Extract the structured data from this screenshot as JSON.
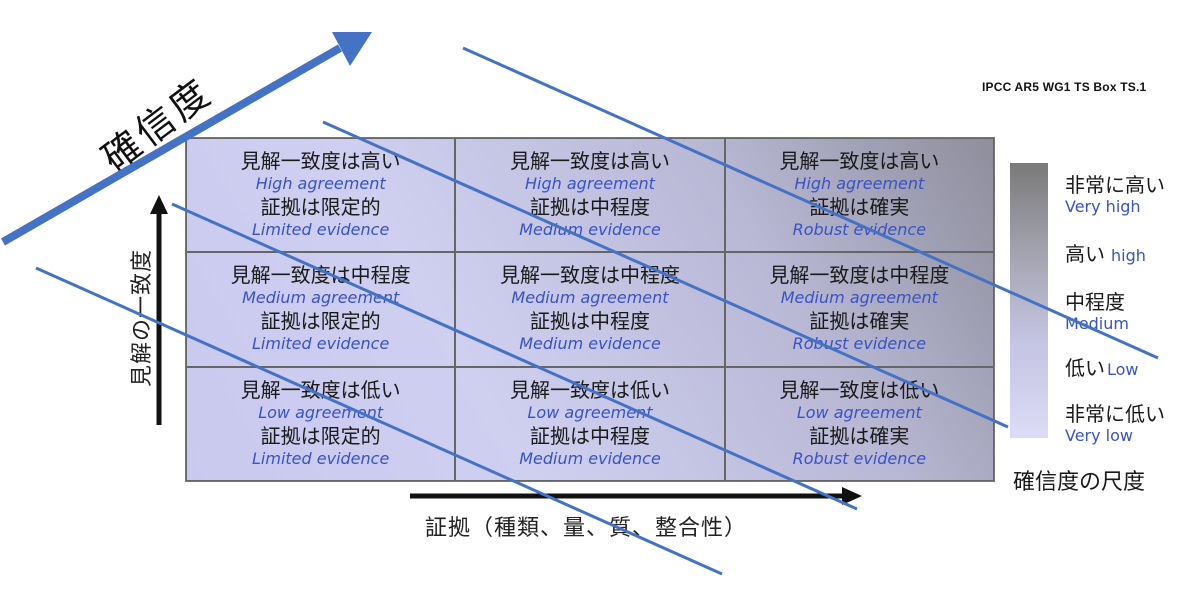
{
  "source": "IPCC AR5 WG1 TS Box TS.1",
  "confidence_label": "確信度",
  "y_axis_label": "見解の一致度",
  "x_axis_label": "証拠（種類、量、質、整合性）",
  "grid": {
    "rows": [
      {
        "agreement_jp": "見解一致度は高い",
        "agreement_en": "High agreement",
        "cells": [
          {
            "evidence_jp": "証拠は限定的",
            "evidence_en": "Limited evidence"
          },
          {
            "evidence_jp": "証拠は中程度",
            "evidence_en": "Medium evidence"
          },
          {
            "evidence_jp": "証拠は確実",
            "evidence_en": "Robust evidence"
          }
        ]
      },
      {
        "agreement_jp": "見解一致度は中程度",
        "agreement_en": "Medium agreement",
        "cells": [
          {
            "evidence_jp": "証拠は限定的",
            "evidence_en": "Limited evidence"
          },
          {
            "evidence_jp": "証拠は中程度",
            "evidence_en": "Medium evidence"
          },
          {
            "evidence_jp": "証拠は確実",
            "evidence_en": "Robust evidence"
          }
        ]
      },
      {
        "agreement_jp": "見解一致度は低い",
        "agreement_en": "Low agreement",
        "cells": [
          {
            "evidence_jp": "証拠は限定的",
            "evidence_en": "Limited evidence"
          },
          {
            "evidence_jp": "証拠は中程度",
            "evidence_en": "Medium evidence"
          },
          {
            "evidence_jp": "証拠は確実",
            "evidence_en": "Robust evidence"
          }
        ]
      }
    ]
  },
  "scale": {
    "title": "確信度の尺度",
    "items": [
      {
        "jp": "非常に高い",
        "en": "Very high"
      },
      {
        "jp": "高い",
        "en": "high"
      },
      {
        "jp": "中程度",
        "en": "Medium"
      },
      {
        "jp": "低い",
        "en": "Low"
      },
      {
        "jp": "非常に低い",
        "en": "Very low"
      }
    ]
  },
  "colors": {
    "overlay_blue": "#4472c4",
    "label_blue": "#3a52c4",
    "axis": "#111111"
  }
}
